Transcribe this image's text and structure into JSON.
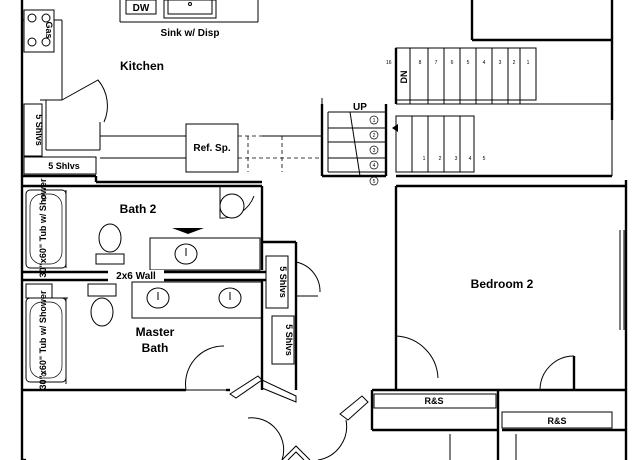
{
  "labels": {
    "dw": "DW",
    "gas": "Gas",
    "sink": "Sink w/ Disp",
    "kitchen": "Kitchen",
    "ref": "Ref. Sp.",
    "up": "UP",
    "dn": "DN",
    "shelves_kitchen_v": "5 Shlvs",
    "shelves_kitchen_h": "5 Shlvs",
    "bath2": "Bath 2",
    "tub1": "30\"x60\" Tub w/ Shower",
    "wall": "2x6 Wall",
    "tub2": "30\"x60\" Tub w/ Shower",
    "master": "Master",
    "bath": "Bath",
    "shelves_hall_1": "5 Shlvs",
    "shelves_hall_2": "5 Shlvs",
    "bedroom2": "Bedroom 2",
    "rs1": "R&S",
    "rs2": "R&S"
  },
  "stairs_up": [
    "1",
    "2",
    "3",
    "4",
    "5"
  ],
  "stairs_top": [
    "16",
    "8",
    "7",
    "6",
    "5",
    "4",
    "3",
    "2",
    "1"
  ],
  "stairs_mid": [
    "1",
    "2",
    "3",
    "4",
    "5"
  ]
}
